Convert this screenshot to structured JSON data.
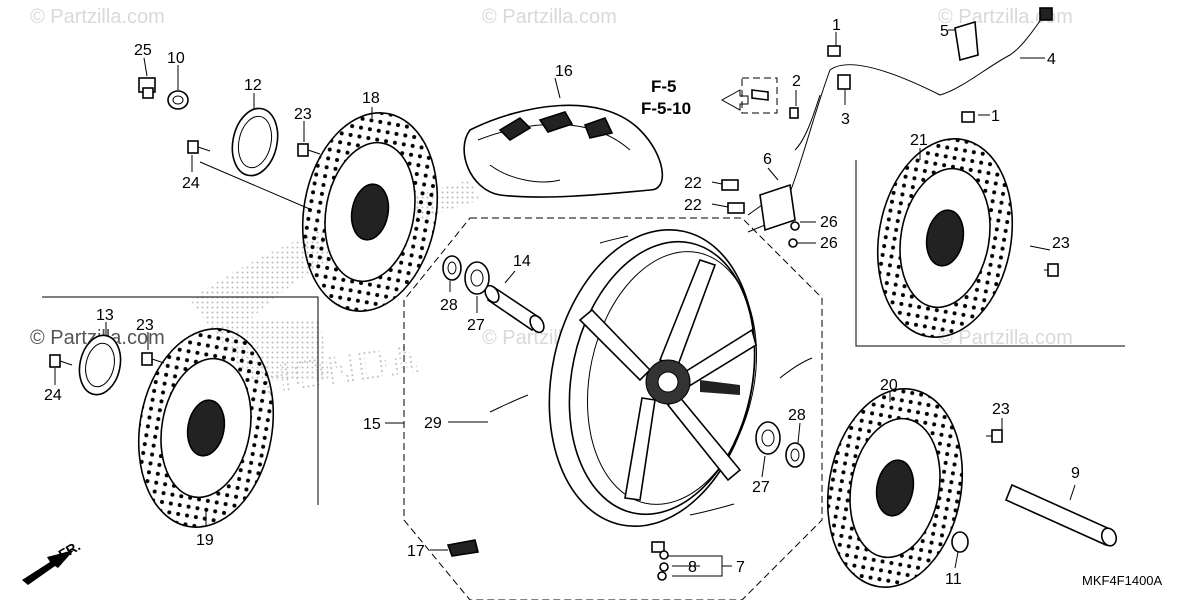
{
  "watermarks": {
    "top_left": "© Partzilla.com",
    "top_center": "© Partzilla.com",
    "top_right": "© Partzilla.com",
    "mid_left": "© Partzilla.com",
    "mid_center": "© Partzilla.com",
    "mid_right": "© Partzilla.com"
  },
  "reference": {
    "line1": "F-5",
    "line2": "F-5-10"
  },
  "diagram_code": "MKF4F1400A",
  "front_indicator": "FR.",
  "brand_logo_text": "HONDA",
  "callouts": {
    "c1a": "1",
    "c1b": "1",
    "c2": "2",
    "c3": "3",
    "c4": "4",
    "c5": "5",
    "c6": "6",
    "c7": "7",
    "c8": "8",
    "c9": "9",
    "c10": "10",
    "c11": "11",
    "c12": "12",
    "c13": "13",
    "c14": "14",
    "c15": "15",
    "c16": "16",
    "c17": "17",
    "c18": "18",
    "c19": "19",
    "c20": "20",
    "c21": "21",
    "c22a": "22",
    "c22b": "22",
    "c23a": "23",
    "c23b": "23",
    "c23c": "23",
    "c23d": "23",
    "c24a": "24",
    "c24b": "24",
    "c25": "25",
    "c26a": "26",
    "c26b": "26",
    "c27a": "27",
    "c27b": "27",
    "c28a": "28",
    "c28b": "28",
    "c29": "29"
  },
  "colors": {
    "ink": "#000000",
    "watermark": "#d9d9d9",
    "background": "#ffffff"
  }
}
